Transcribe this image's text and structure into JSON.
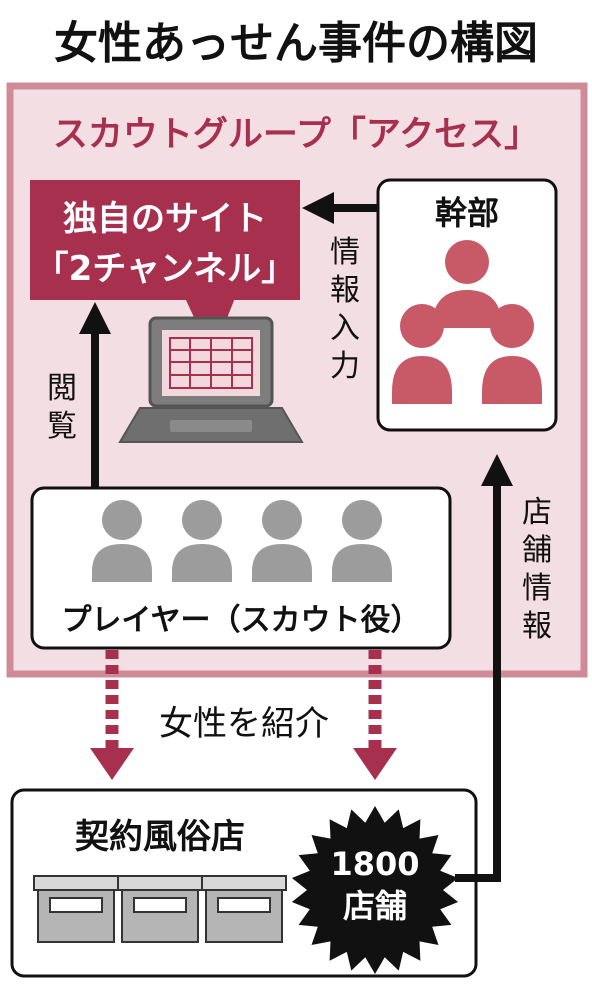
{
  "title": "女性あっせん事件の構図",
  "group": {
    "label": "スカウトグループ「アクセス」",
    "site": {
      "line1": "独自のサイト",
      "line2": "「2チャンネル」"
    },
    "executives": {
      "label": "幹部"
    },
    "players": {
      "label": "プレイヤー（スカウト役）"
    },
    "flow_info_input": [
      "情",
      "報",
      "入",
      "力"
    ],
    "flow_browse": [
      "閲",
      "覧"
    ]
  },
  "flow_introduce": "女性を紹介",
  "flow_store_info": [
    "店",
    "舗",
    "情",
    "報"
  ],
  "stores": {
    "label": "契約風俗店",
    "badge_count": "1800",
    "badge_unit": "店舗"
  },
  "colors": {
    "accent": "#a8304f",
    "group_bg": "#f3dfe3",
    "group_border": "#cf8c98",
    "person_red": "#c75a66",
    "person_gray": "#9c9c9c",
    "dark": "#111111"
  }
}
